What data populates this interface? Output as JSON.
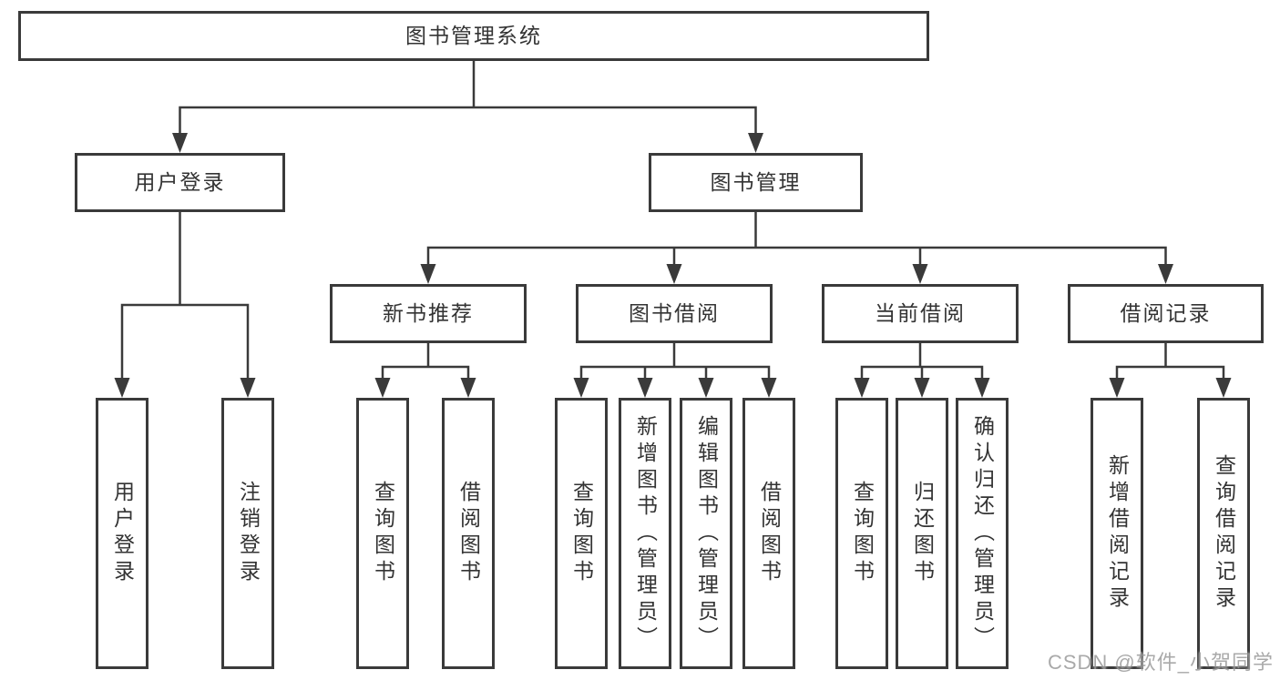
{
  "diagram": {
    "title": "图书管理系统",
    "level2": [
      {
        "label": "用户登录"
      },
      {
        "label": "图书管理"
      }
    ],
    "level3": [
      {
        "label": "新书推荐",
        "parent": "图书管理"
      },
      {
        "label": "图书借阅",
        "parent": "图书管理"
      },
      {
        "label": "当前借阅",
        "parent": "图书管理"
      },
      {
        "label": "借阅记录",
        "parent": "图书管理"
      }
    ],
    "leaves": [
      {
        "label": "用户登录",
        "parent": "用户登录"
      },
      {
        "label": "注销登录",
        "parent": "用户登录"
      },
      {
        "label": "查询图书",
        "parent": "新书推荐"
      },
      {
        "label": "借阅图书",
        "parent": "新书推荐"
      },
      {
        "label": "查询图书",
        "parent": "图书借阅"
      },
      {
        "label": "新增图书（管理员）",
        "parent": "图书借阅"
      },
      {
        "label": "编辑图书（管理员）",
        "parent": "图书借阅"
      },
      {
        "label": "借阅图书",
        "parent": "图书借阅"
      },
      {
        "label": "查询图书",
        "parent": "当前借阅"
      },
      {
        "label": "归还图书",
        "parent": "当前借阅"
      },
      {
        "label": "确认归还（管理员）",
        "parent": "当前借阅"
      },
      {
        "label": "新增借阅记录",
        "parent": "借阅记录"
      },
      {
        "label": "查询借阅记录",
        "parent": "借阅记录"
      }
    ],
    "colors": {
      "line": "#3a3a3a",
      "text": "#333333",
      "background": "#ffffff",
      "watermark": "#9b9b9b"
    }
  },
  "watermark": {
    "text": "CSDN @软件_小贺同学"
  }
}
